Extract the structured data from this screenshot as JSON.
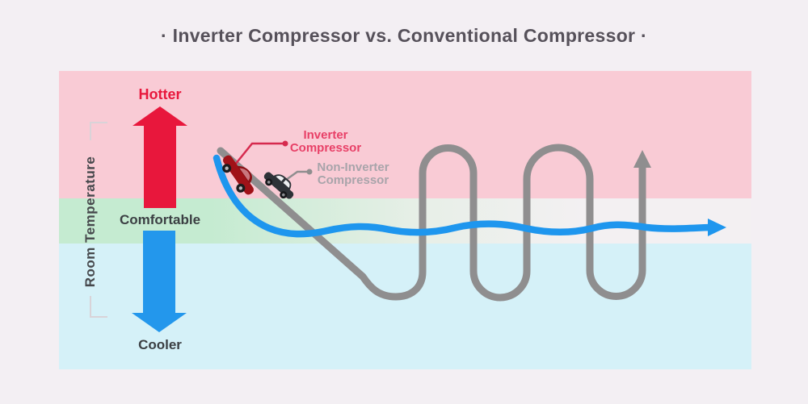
{
  "title": "· Inverter Compressor vs. Conventional Compressor ·",
  "colors": {
    "page_bg": "#f3eff3",
    "title_text": "#56515a",
    "zone_text": "#3b3f43",
    "axis_text": "#46484c",
    "bracket": "#d9d3d8"
  },
  "axis": {
    "label": "Room Temperature"
  },
  "zones": {
    "hot": {
      "label": "Hotter",
      "band_color": "#f9cbd5",
      "label_color": "#e8173c"
    },
    "comfortable": {
      "label": "Comfortable",
      "band_color": "#c5ebd1",
      "label_color": "#3b3f43"
    },
    "cool": {
      "label": "Cooler",
      "band_color": "#d5f1f8",
      "label_color": "#3b3f43"
    }
  },
  "arrows": {
    "up_color": "#e8173c",
    "down_color": "#2397ec"
  },
  "series": {
    "inverter": {
      "name": "Inverter Compressor",
      "label_lines": [
        "Inverter",
        "Compressor"
      ],
      "label_color": "#e84067",
      "callout_color": "#d62a4e",
      "line_color": "#1e96ee",
      "vehicle": "red-sports-car"
    },
    "non_inverter": {
      "name": "Non-Inverter Compressor",
      "label_lines": [
        "Non-Inverter",
        "Compressor"
      ],
      "label_color": "#a8a4aa",
      "callout_color": "#8f8e8f",
      "line_color": "#8f8e8f",
      "vehicle": "dark-gray-car"
    }
  },
  "chart_data": {
    "type": "line",
    "title": "Inverter Compressor vs. Conventional Compressor",
    "ylabel": "Room Temperature",
    "y_zones": [
      "Hotter",
      "Comfortable",
      "Cooler"
    ],
    "series": [
      {
        "name": "Inverter Compressor",
        "pattern": "small smooth wave that settles and stays inside the Comfortable zone"
      },
      {
        "name": "Non-Inverter Compressor",
        "pattern": "large repeated oscillations swinging between the Hotter and Cooler zones"
      }
    ],
    "legend_position": "inline-callouts",
    "grid": false
  }
}
